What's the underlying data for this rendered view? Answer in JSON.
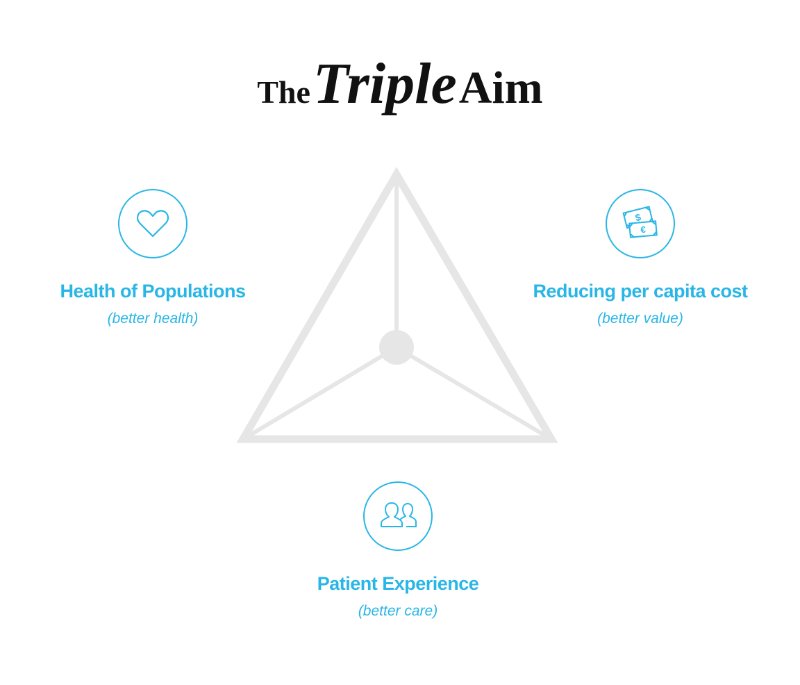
{
  "title": {
    "the": "The",
    "triple": "Triple",
    "aim": "Aim"
  },
  "colors": {
    "accent": "#29b6e6",
    "triangle": "#e6e6e6",
    "title_text": "#111111"
  },
  "pillars": [
    {
      "key": "health",
      "icon": "heart-icon",
      "title": "Health of Populations",
      "subtitle": "(better health)"
    },
    {
      "key": "cost",
      "icon": "money-bills-icon",
      "title": "Reducing per capita cost",
      "subtitle": "(better value)"
    },
    {
      "key": "experience",
      "icon": "people-icon",
      "title": "Patient Experience",
      "subtitle": "(better care)"
    }
  ]
}
